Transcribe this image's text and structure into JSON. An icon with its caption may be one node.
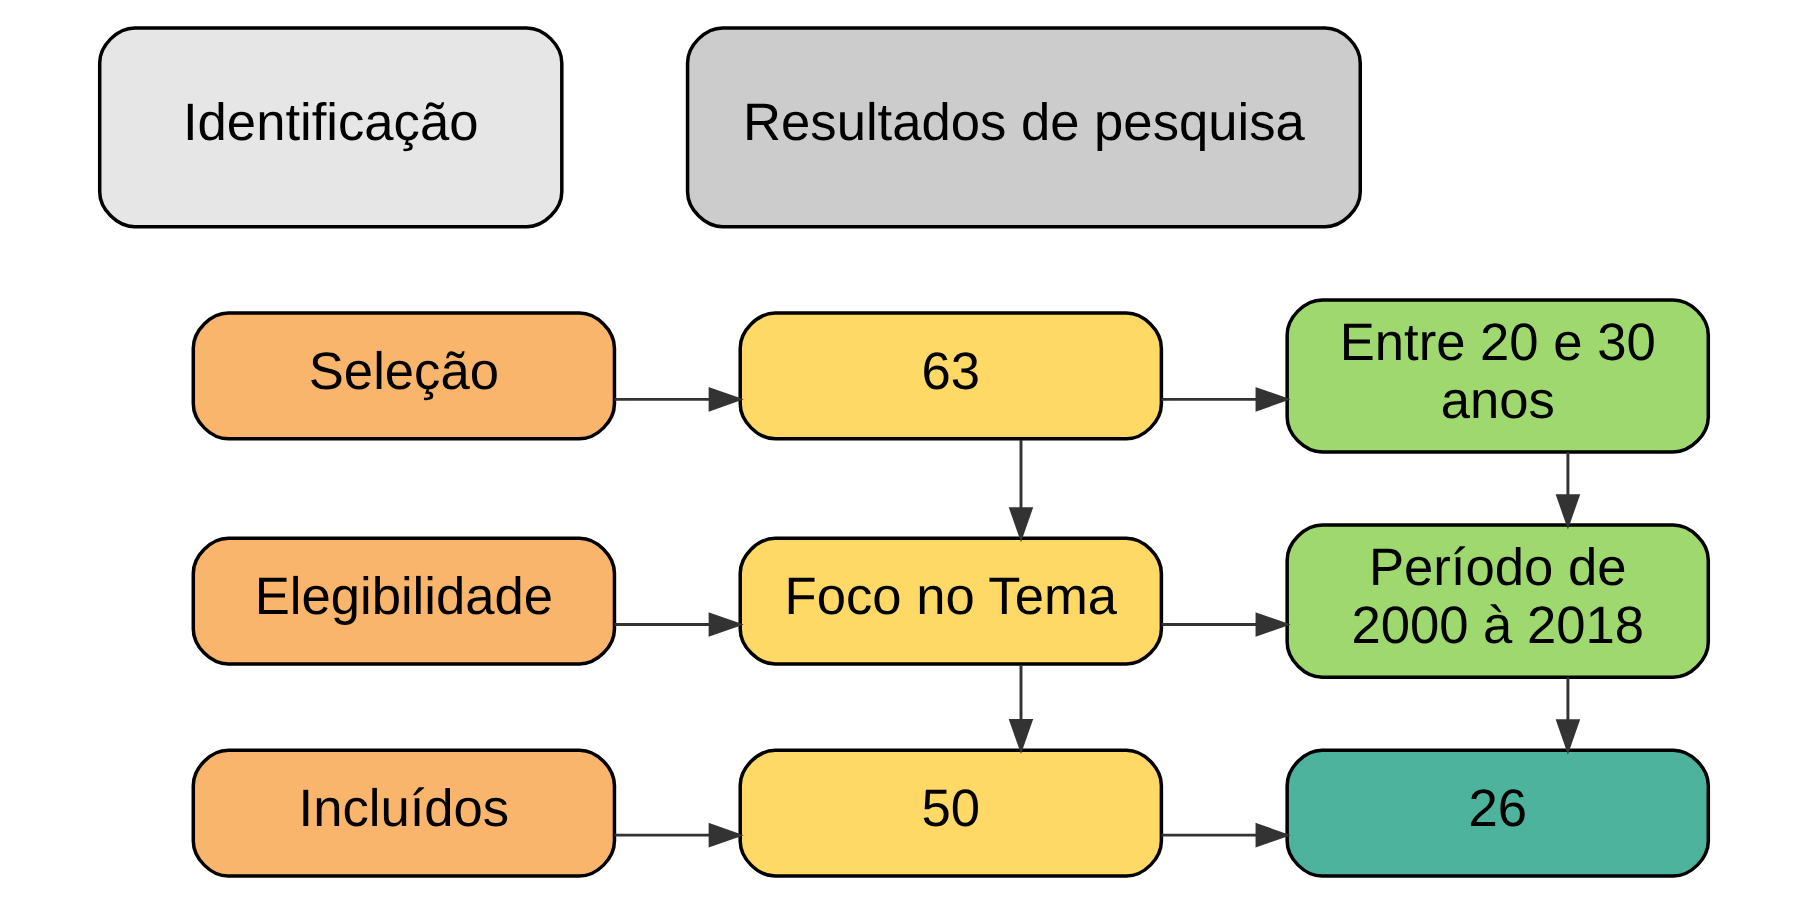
{
  "diagram": {
    "nodes": [
      {
        "text": [
          "Identificação"
        ]
      },
      {
        "text": [
          "Resultados de pesquisa"
        ]
      },
      {
        "text": [
          "Seleção"
        ]
      },
      {
        "text": [
          "63"
        ]
      },
      {
        "text": [
          "Entre 20 e 30 anos"
        ]
      },
      {
        "text": [
          "Elegibilidade"
        ]
      },
      {
        "text": [
          "Foco no Tema"
        ]
      },
      {
        "text": [
          "Período de 2000 à 2018"
        ]
      },
      {
        "text": [
          "Incluídos"
        ]
      },
      {
        "text": [
          "50"
        ]
      },
      {
        "text": [
          "26"
        ]
      }
    ],
    "edges": [
      {
        "from": 2,
        "to": 3,
        "arrow": "to"
      },
      {
        "from": 3,
        "to": 4,
        "arrow": "to"
      },
      {
        "from": 3,
        "to": 6,
        "arrow": "to"
      },
      {
        "from": 4,
        "to": 7,
        "arrow": "to"
      },
      {
        "from": 5,
        "to": 6,
        "arrow": "to"
      },
      {
        "from": 6,
        "to": 7,
        "arrow": "to"
      },
      {
        "from": 6,
        "to": 9,
        "arrow": "to"
      },
      {
        "from": 7,
        "to": 10,
        "arrow": "to"
      },
      {
        "from": 8,
        "to": 9,
        "arrow": "to"
      },
      {
        "from": 9,
        "to": 10,
        "arrow": "to"
      }
    ]
  }
}
